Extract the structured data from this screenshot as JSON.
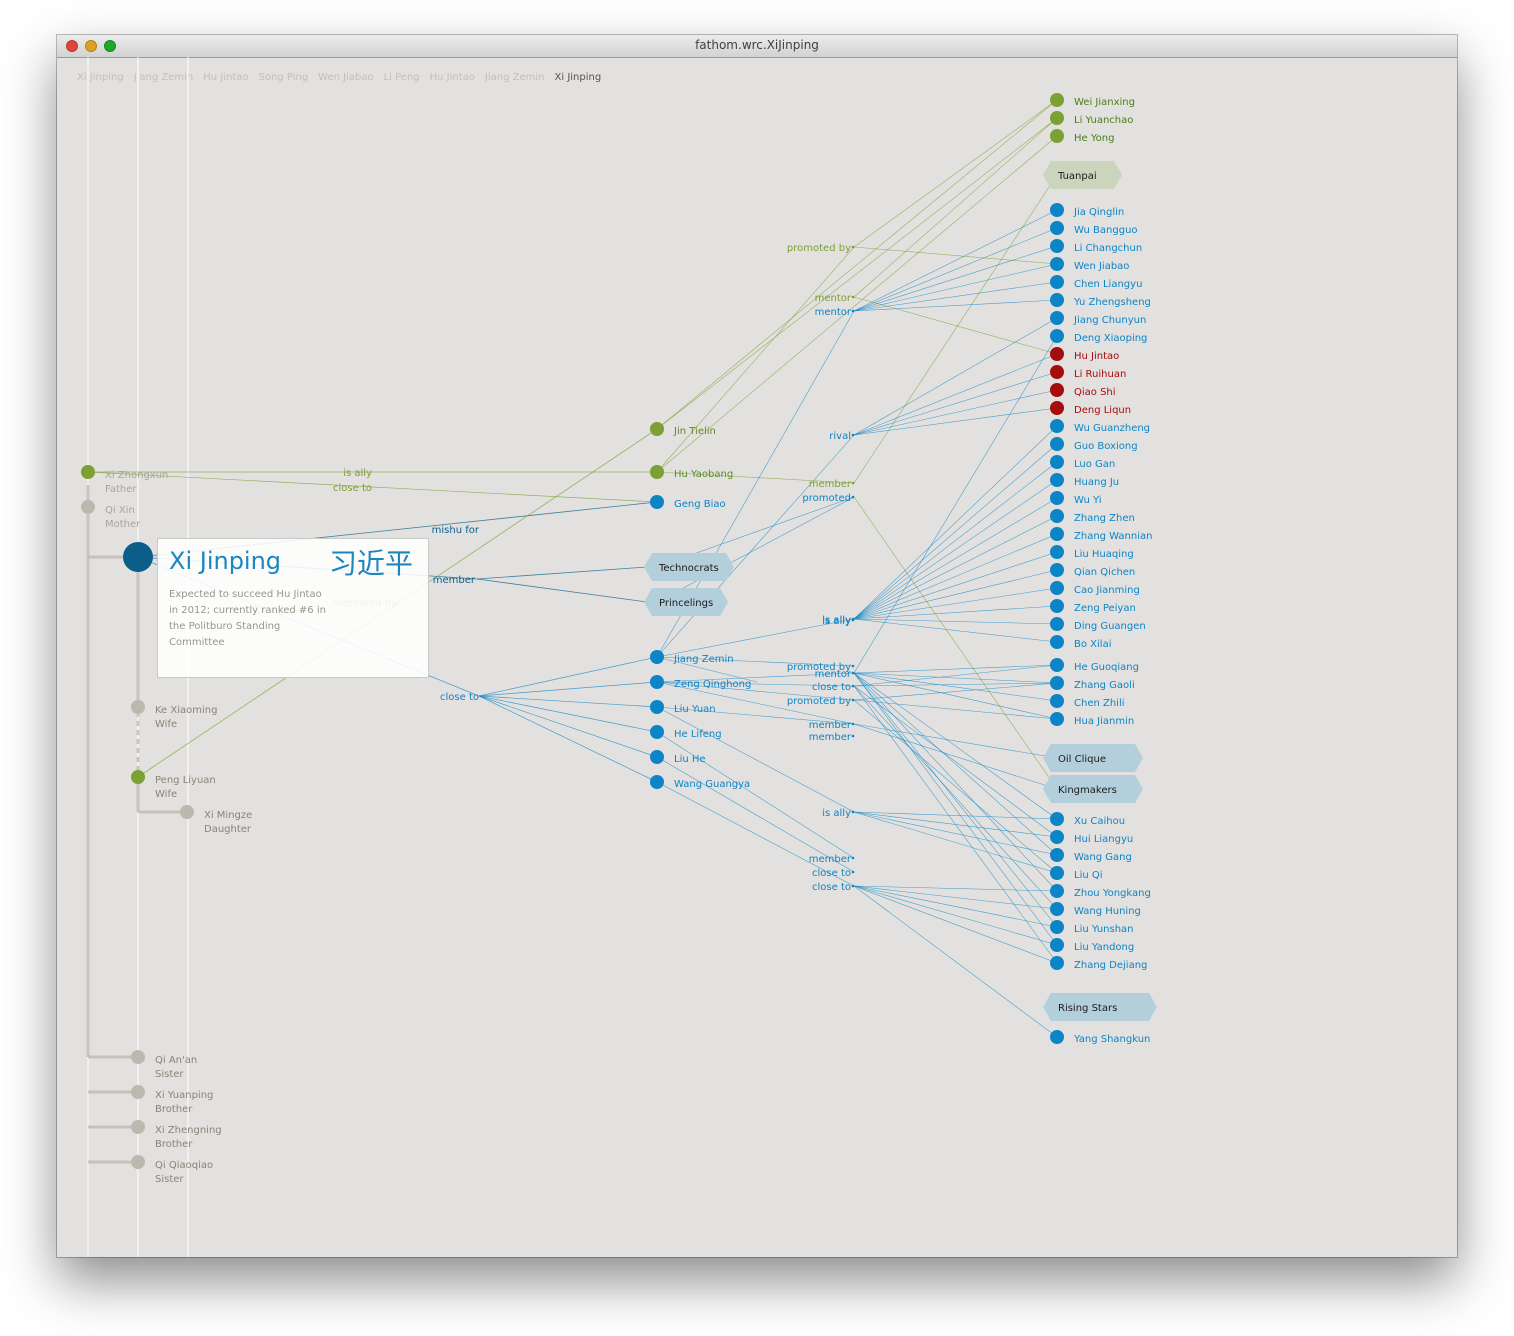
{
  "window": {
    "title": "fathom.wrc.XiJinping"
  },
  "breadcrumbs": [
    "Xi Jinping",
    "Jiang Zemin",
    "Hu Jintao",
    "Song Ping",
    "Wen Jiabao",
    "Li Peng",
    "Hu Jintao",
    "Jiang Zemin",
    "Xi Jinping"
  ],
  "breadcrumb_active_index": 8,
  "colors": {
    "blue": "#0d84c6",
    "dark_blue": "#0b5d8a",
    "green": "#7ba033",
    "red": "#a30d0b",
    "gray": "#bcb7af",
    "group_blue": "#b3cfdc",
    "group_green": "#cbd5bc"
  },
  "focus": {
    "name": "Xi Jinping",
    "name_cn": "习近平",
    "description": "Expected to succeed Hu Jintao in 2012; currently ranked #6 in the Politburo Standing Committee"
  },
  "family": [
    {
      "name": "Xi Zhongxun",
      "role": "Father",
      "color": "green"
    },
    {
      "name": "Qi Xin",
      "role": "Mother",
      "color": "gray"
    },
    {
      "name": "Ke Xiaoming",
      "role": "Wife",
      "color": "gray"
    },
    {
      "name": "Peng Liyuan",
      "role": "Wife",
      "color": "green"
    },
    {
      "name": "Xi Mingze",
      "role": "Daughter",
      "color": "gray"
    },
    {
      "name": "Qi An'an",
      "role": "Sister",
      "color": "gray"
    },
    {
      "name": "Xi Yuanping",
      "role": "Brother",
      "color": "gray"
    },
    {
      "name": "Xi Zhengning",
      "role": "Brother",
      "color": "gray"
    },
    {
      "name": "Qi Qiaoqiao",
      "role": "Sister",
      "color": "gray"
    }
  ],
  "relations": [
    {
      "text": "is ally",
      "color": "green"
    },
    {
      "text": "close to",
      "color": "green"
    },
    {
      "text": "mishu for",
      "color": "dark_blue"
    },
    {
      "text": "member",
      "color": "dark_blue"
    },
    {
      "text": "mentored by",
      "color": "green"
    },
    {
      "text": "close to",
      "color": "blue"
    }
  ],
  "direct": [
    {
      "name": "Jin Tielin",
      "color": "green"
    },
    {
      "name": "Hu Yaobang",
      "color": "green"
    },
    {
      "name": "Geng Biao",
      "color": "blue"
    },
    {
      "name": "Jiang Zemin",
      "color": "blue"
    },
    {
      "name": "Zeng Qinghong",
      "color": "blue"
    },
    {
      "name": "Liu Yuan",
      "color": "blue"
    },
    {
      "name": "He Lifeng",
      "color": "blue"
    },
    {
      "name": "Liu He",
      "color": "blue"
    },
    {
      "name": "Wang Guangya",
      "color": "blue"
    }
  ],
  "groups_mid": [
    "Technocrats",
    "Princelings"
  ],
  "mid_relations": [
    {
      "text": "promoted by",
      "color": "green"
    },
    {
      "text": "mentor",
      "color": "green"
    },
    {
      "text": "mentor",
      "color": "blue"
    },
    {
      "text": "rival",
      "color": "blue"
    },
    {
      "text": "member",
      "color": "green"
    },
    {
      "text": "promoted",
      "color": "blue"
    },
    {
      "text": "is ally",
      "color": "blue"
    },
    {
      "text": "is ally",
      "color": "blue"
    },
    {
      "text": "promoted by",
      "color": "blue"
    },
    {
      "text": "mentor",
      "color": "blue"
    },
    {
      "text": "close to",
      "color": "blue"
    },
    {
      "text": "promoted by",
      "color": "blue"
    },
    {
      "text": "member",
      "color": "blue"
    },
    {
      "text": "member",
      "color": "blue"
    },
    {
      "text": "is ally",
      "color": "blue"
    },
    {
      "text": "member",
      "color": "blue"
    },
    {
      "text": "close to",
      "color": "blue"
    },
    {
      "text": "close to",
      "color": "blue"
    }
  ],
  "right": [
    {
      "name": "Wei Jianxing",
      "color": "green"
    },
    {
      "name": "Li Yuanchao",
      "color": "green"
    },
    {
      "name": "He Yong",
      "color": "green"
    },
    {
      "name": "Tuanpai",
      "group": true,
      "color": "green"
    },
    {
      "name": "Jia Qinglin",
      "color": "blue"
    },
    {
      "name": "Wu Bangguo",
      "color": "blue"
    },
    {
      "name": "Li Changchun",
      "color": "blue"
    },
    {
      "name": "Wen Jiabao",
      "color": "blue"
    },
    {
      "name": "Chen Liangyu",
      "color": "blue"
    },
    {
      "name": "Yu Zhengsheng",
      "color": "blue"
    },
    {
      "name": "Jiang Chunyun",
      "color": "blue"
    },
    {
      "name": "Deng Xiaoping",
      "color": "blue"
    },
    {
      "name": "Hu Jintao",
      "color": "red"
    },
    {
      "name": "Li Ruihuan",
      "color": "red"
    },
    {
      "name": "Qiao Shi",
      "color": "red"
    },
    {
      "name": "Deng Liqun",
      "color": "red"
    },
    {
      "name": "Wu Guanzheng",
      "color": "blue"
    },
    {
      "name": "Guo Boxiong",
      "color": "blue"
    },
    {
      "name": "Luo Gan",
      "color": "blue"
    },
    {
      "name": "Huang Ju",
      "color": "blue"
    },
    {
      "name": "Wu Yi",
      "color": "blue"
    },
    {
      "name": "Zhang Zhen",
      "color": "blue"
    },
    {
      "name": "Zhang Wannian",
      "color": "blue"
    },
    {
      "name": "Liu Huaqing",
      "color": "blue"
    },
    {
      "name": "Qian Qichen",
      "color": "blue"
    },
    {
      "name": "Cao Jianming",
      "color": "blue"
    },
    {
      "name": "Zeng Peiyan",
      "color": "blue"
    },
    {
      "name": "Ding Guangen",
      "color": "blue"
    },
    {
      "name": "Bo Xilai",
      "color": "blue"
    },
    {
      "name": "He Guoqiang",
      "color": "blue"
    },
    {
      "name": "Zhang Gaoli",
      "color": "blue"
    },
    {
      "name": "Chen Zhili",
      "color": "blue"
    },
    {
      "name": "Hua Jianmin",
      "color": "blue"
    },
    {
      "name": "Oil Clique",
      "group": true,
      "color": "blue"
    },
    {
      "name": "Kingmakers",
      "group": true,
      "color": "blue"
    },
    {
      "name": "Xu Caihou",
      "color": "blue"
    },
    {
      "name": "Hui Liangyu",
      "color": "blue"
    },
    {
      "name": "Wang Gang",
      "color": "blue"
    },
    {
      "name": "Liu Qi",
      "color": "blue"
    },
    {
      "name": "Zhou Yongkang",
      "color": "blue"
    },
    {
      "name": "Wang Huning",
      "color": "blue"
    },
    {
      "name": "Liu Yunshan",
      "color": "blue"
    },
    {
      "name": "Liu Yandong",
      "color": "blue"
    },
    {
      "name": "Zhang Dejiang",
      "color": "blue"
    },
    {
      "name": "Rising Stars",
      "group": true,
      "color": "blue"
    },
    {
      "name": "Yang Shangkun",
      "color": "blue"
    }
  ]
}
